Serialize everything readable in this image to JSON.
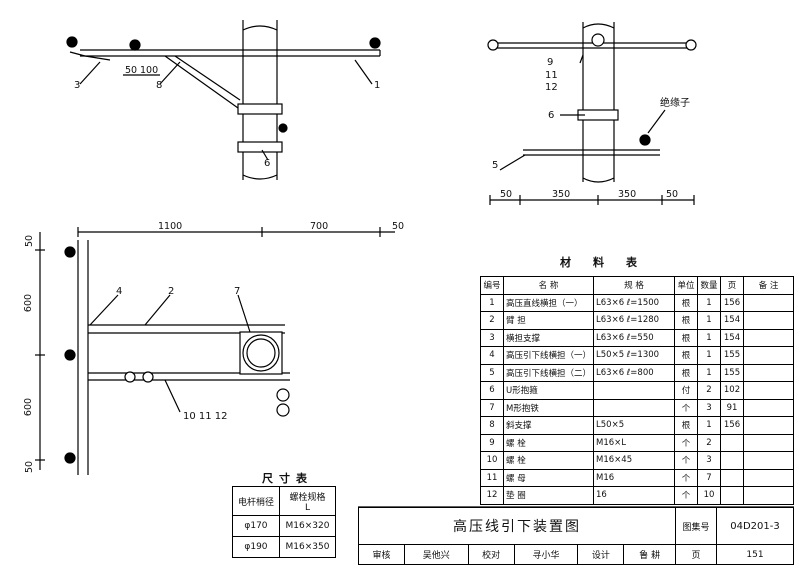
{
  "drawing_title": "高压线引下装置图",
  "top_left_view": {
    "callouts": [
      "3",
      "8",
      "1",
      "6"
    ],
    "dims": [
      "50",
      "100"
    ]
  },
  "top_right_view": {
    "callouts": [
      "9",
      "11",
      "12",
      "6",
      "5"
    ],
    "insulator_label": "绝缘子",
    "dims": [
      "50",
      "350",
      "350",
      "50"
    ]
  },
  "plan_view": {
    "callouts": [
      "4",
      "2",
      "7",
      "10  11  12"
    ],
    "dims_top": [
      "1100",
      "700",
      "50"
    ],
    "dims_left": [
      "50",
      "600",
      "600",
      "50"
    ]
  },
  "materials_table": {
    "title": "材料表",
    "headers": [
      "编号",
      "名    称",
      "规    格",
      "单位",
      "数量",
      "页",
      "备    注"
    ],
    "rows": [
      [
        "1",
        "高压直线横担（一）",
        "L63×6  ℓ=1500",
        "根",
        "1",
        "156",
        ""
      ],
      [
        "2",
        "臂    担",
        "L63×6  ℓ=1280",
        "根",
        "1",
        "154",
        ""
      ],
      [
        "3",
        "横担支撑",
        "L63×6  ℓ=550",
        "根",
        "1",
        "154",
        ""
      ],
      [
        "4",
        "高压引下线横担（一）",
        "L50×5  ℓ=1300",
        "根",
        "1",
        "155",
        ""
      ],
      [
        "5",
        "高压引下线横担（二）",
        "L63×6  ℓ=800",
        "根",
        "1",
        "155",
        ""
      ],
      [
        "6",
        "U形抱箍",
        "",
        "付",
        "2",
        "102",
        ""
      ],
      [
        "7",
        "M形抱铁",
        "",
        "个",
        "3",
        "91",
        ""
      ],
      [
        "8",
        "斜支撑",
        "L50×5",
        "根",
        "1",
        "156",
        ""
      ],
      [
        "9",
        "螺    栓",
        "M16×L",
        "个",
        "2",
        "",
        ""
      ],
      [
        "10",
        "螺    栓",
        "M16×45",
        "个",
        "3",
        "",
        ""
      ],
      [
        "11",
        "螺    母",
        "M16",
        "个",
        "7",
        "",
        ""
      ],
      [
        "12",
        "垫    圈",
        "16",
        "个",
        "10",
        "",
        ""
      ]
    ]
  },
  "size_table": {
    "title": "尺寸表",
    "headers": [
      "电杆梢径",
      "螺栓规格"
    ],
    "header_sub": "L",
    "rows": [
      [
        "φ170",
        "M16×320"
      ],
      [
        "φ190",
        "M16×350"
      ]
    ]
  },
  "title_block": {
    "atlas_label": "图集号",
    "atlas_no": "04D201-3",
    "review_label": "审核",
    "reviewer": "吴他兴",
    "check_label": "校对",
    "checker": "寻小华",
    "design_label": "设计",
    "designer": "鲁 耕",
    "page_label": "页",
    "page_no": "151"
  }
}
